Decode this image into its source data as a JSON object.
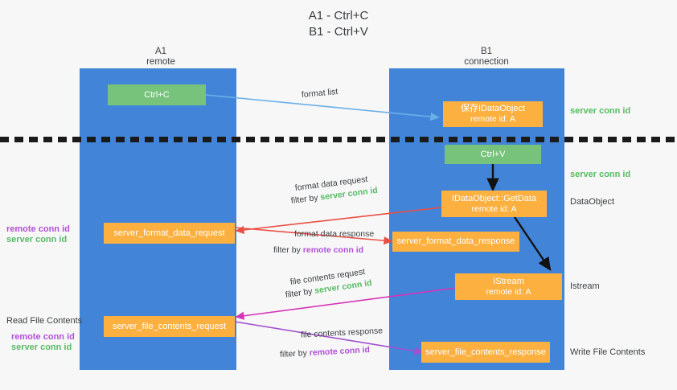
{
  "title_lines": [
    "A1 - Ctrl+C",
    "B1 - Ctrl+V"
  ],
  "columns": [
    {
      "name": "A1",
      "sub": "remote"
    },
    {
      "name": "B1",
      "sub": "connection"
    }
  ],
  "colors": {
    "lane": "#4285d8",
    "box_green": "#78c37c",
    "box_orange": "#fbb040",
    "server_conn_id": "#57bb63",
    "remote_conn_id": "#b150d8",
    "arrow_blue": "#6ab0e8",
    "arrow_red": "#ea4f43",
    "arrow_magenta": "#d633b8",
    "arrow_purple": "#a14fd0",
    "arrow_black": "#111111",
    "page_bg": "#f7f7f7"
  },
  "boxes": {
    "ctrl_c": "Ctrl+C",
    "ctrl_v": "Ctrl+V",
    "save_idataobject": {
      "line1": "保存IDataObject",
      "line2": "remote id: A"
    },
    "getdata": {
      "line1": "IDataObject::GetData",
      "line2": "remote id: A"
    },
    "istream": {
      "line1": "IStream",
      "line2": "remote id: A"
    },
    "server_format_data_request": "server_format_data_request",
    "server_format_data_response": "server_format_data_response",
    "server_file_contents_request": "server_file_contents_request",
    "server_file_contents_response": "server_file_contents_response"
  },
  "right_labels": {
    "server_conn_id_top": "server conn id",
    "server_conn_id_mid": "server conn id",
    "dataobject": "DataObject",
    "istream": "Istream",
    "write_file_contents": "Write File Contents"
  },
  "left_labels": {
    "remote_conn_id_1": "remote conn id",
    "server_conn_id_1": "server conn id",
    "read_file_contents": "Read File Contents",
    "remote_conn_id_2": "remote conn id",
    "server_conn_id_2": "server conn id"
  },
  "annotations": {
    "format_list": "format list",
    "format_data_request": "format data request",
    "format_data_request_filter_prefix": "filter by ",
    "format_data_request_filter_value": "server conn id",
    "format_data_response": "format data response",
    "format_data_response_filter_prefix": "filter by ",
    "format_data_response_filter_value": "remote conn id",
    "file_contents_request": "file contents request",
    "file_contents_request_filter_prefix": "filter by ",
    "file_contents_request_filter_value": "server conn id",
    "file_contents_response": "file contents response",
    "file_contents_response_filter_prefix": "filter by ",
    "file_contents_response_filter_value": "remote conn id"
  }
}
